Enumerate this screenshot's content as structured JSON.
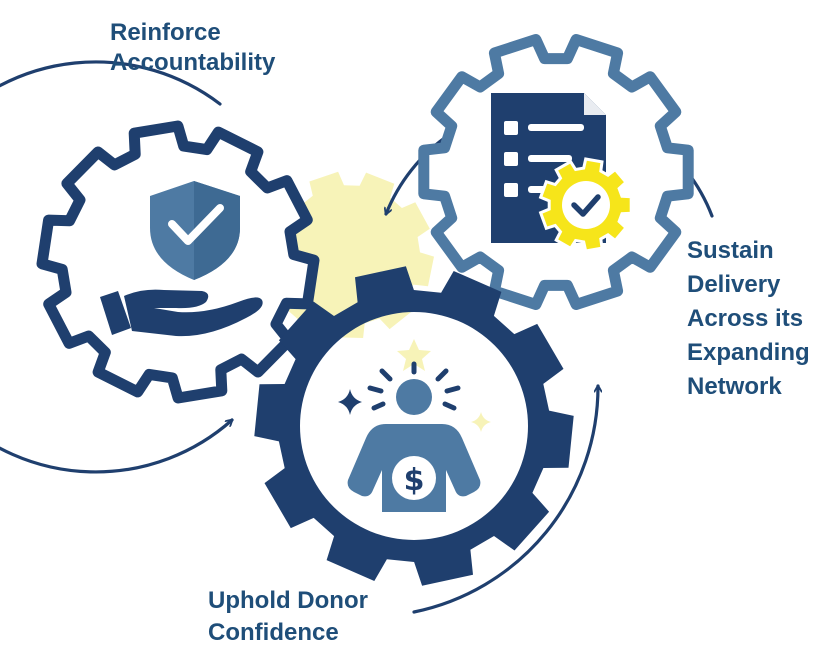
{
  "labels": {
    "top": {
      "lines": [
        "Reinforce",
        "Accountability"
      ]
    },
    "right": {
      "lines": [
        "Sustain",
        "Delivery",
        "Across its",
        "Expanding",
        "Network"
      ]
    },
    "bottom": {
      "lines": [
        "Uphold Donor",
        "Confidence"
      ]
    }
  },
  "colors": {
    "navy": "#1f3f6e",
    "steel": "#4e7aa3",
    "paleYellow": "#f7f3b8",
    "yellow": "#f6e51a",
    "text": "#1f4e79"
  },
  "icons": {
    "left": [
      "shield-check-icon",
      "open-hand-icon"
    ],
    "right": [
      "document-checklist-icon",
      "yellow-check-gear-icon"
    ],
    "bottom": [
      "person-dollar-icon",
      "sparkle-icon",
      "star-icon"
    ]
  }
}
